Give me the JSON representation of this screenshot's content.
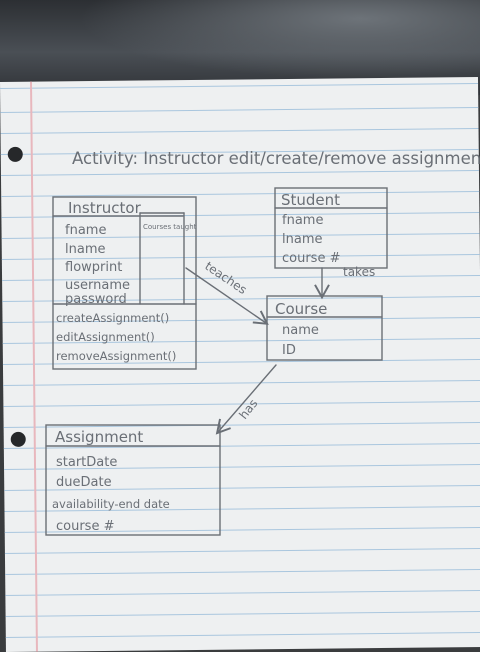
{
  "title": "Activity: Instructor edit/create/remove assignments",
  "classes": {
    "instructor": {
      "name": "Instructor",
      "attributes": [
        "fname",
        "lname",
        "flowprint",
        "username",
        "password"
      ],
      "side_attribute": "Courses taught",
      "methods": [
        "createAssignment()",
        "editAssignment()",
        "removeAssignment()"
      ]
    },
    "student": {
      "name": "Student",
      "attributes": [
        "fname",
        "lname",
        "course #"
      ]
    },
    "course": {
      "name": "Course",
      "attributes": [
        "name",
        "ID"
      ]
    },
    "assignment": {
      "name": "Assignment",
      "attributes": [
        "startDate",
        "dueDate",
        "availability-end date",
        "course #"
      ]
    }
  },
  "relations": {
    "teaches": "teaches",
    "takes": "takes",
    "has": "has"
  },
  "colors": {
    "paper": "#eef0f1",
    "rule": "#a9c6de",
    "margin": "#e8b7bd",
    "pencil": "#6a6f76"
  }
}
